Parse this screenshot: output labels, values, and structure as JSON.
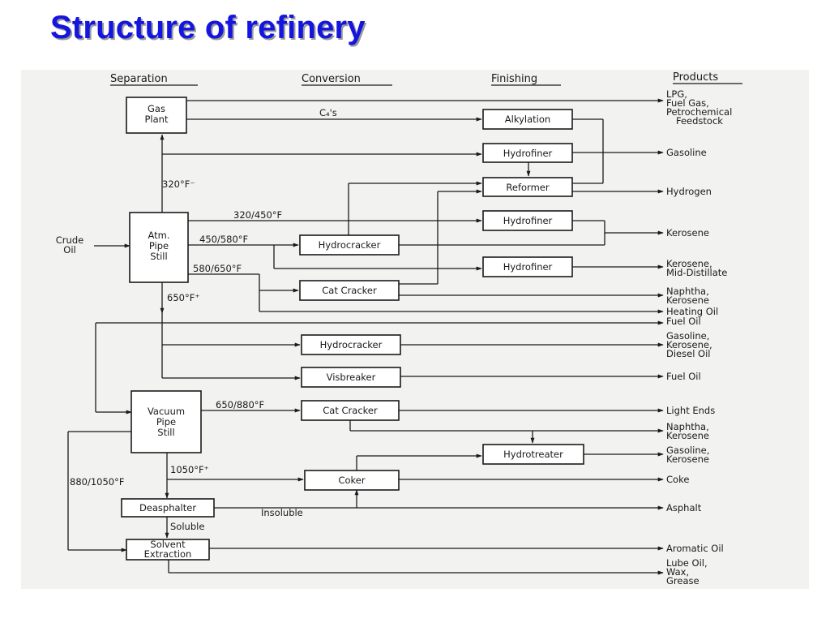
{
  "title": "Structure of refinery",
  "headers": {
    "separation": "Separation",
    "conversion": "Conversion",
    "finishing": "Finishing",
    "products": "Products"
  },
  "units": {
    "gas_plant": [
      "Gas",
      "Plant"
    ],
    "atm_still": [
      "Atm.",
      "Pipe",
      "Still"
    ],
    "vacuum_still": [
      "Vacuum",
      "Pipe",
      "Still"
    ],
    "deasphalter": "Deasphalter",
    "solvent_extraction": [
      "Solvent",
      "Extraction"
    ],
    "hydrocracker_1": "Hydrocracker",
    "cat_cracker_1": "Cat Cracker",
    "hydrocracker_2": "Hydrocracker",
    "visbreaker": "Visbreaker",
    "cat_cracker_2": "Cat Cracker",
    "coker": "Coker",
    "alkylation": "Alkylation",
    "hydrofiner_1": "Hydrofiner",
    "reformer": "Reformer",
    "hydrofiner_2": "Hydrofiner",
    "hydrofiner_3": "Hydrofiner",
    "hydrotreater": "Hydrotreater"
  },
  "stream_labels": {
    "crude_oil": [
      "Crude",
      "Oil"
    ],
    "c4s": "C₄'s",
    "cut_320": "320°F⁻",
    "cut_320_450": "320/450°F",
    "cut_450_580": "450/580°F",
    "cut_580_650": "580/650°F",
    "cut_650": "650°F⁺",
    "cut_650_880": "650/880°F",
    "cut_1050": "1050°F⁺",
    "cut_880_1050": "880/1050°F",
    "insoluble": "Insoluble",
    "soluble": "Soluble"
  },
  "products": {
    "lpg": [
      "LPG,",
      "Fuel Gas,",
      "Petrochemical",
      "Feedstock"
    ],
    "gasoline": [
      "Gasoline"
    ],
    "hydrogen": [
      "Hydrogen"
    ],
    "kerosene": [
      "Kerosene"
    ],
    "kerosene_mid": [
      "Kerosene,",
      "Mid-Distillate"
    ],
    "naphtha_kerosene_1": [
      "Naphtha,",
      "Kerosene"
    ],
    "heating_oil": [
      "Heating Oil"
    ],
    "fuel_oil_1": [
      "Fuel Oil"
    ],
    "gasoline_diesel": [
      "Gasoline,",
      "Kerosene,",
      "Diesel Oil"
    ],
    "fuel_oil_2": [
      "Fuel Oil"
    ],
    "light_ends": [
      "Light Ends"
    ],
    "naphtha_kerosene_2": [
      "Naphtha,",
      "Kerosene"
    ],
    "gasoline_kerosene": [
      "Gasoline,",
      "Kerosene"
    ],
    "coke": [
      "Coke"
    ],
    "asphalt": [
      "Asphalt"
    ],
    "aromatic_oil": [
      "Aromatic Oil"
    ],
    "lube_oil": [
      "Lube Oil,",
      "Wax,",
      "Grease"
    ]
  }
}
